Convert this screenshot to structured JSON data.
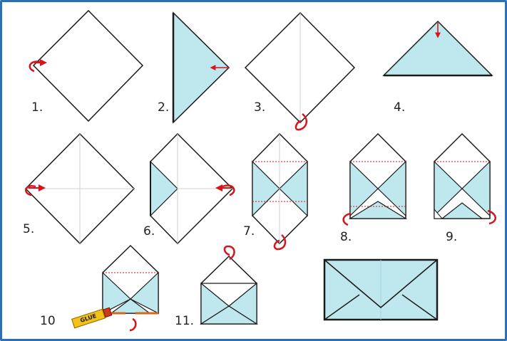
{
  "steps": {
    "s1": "1.",
    "s2": "2.",
    "s3": "3.",
    "s4": "4.",
    "s5": "5.",
    "s6": "6.",
    "s7": "7.",
    "s8": "8.",
    "s9": "9.",
    "s10": "10",
    "s11": "11."
  },
  "glue_stick": {
    "label": "GLUE"
  },
  "colors": {
    "paper": "#ffffff",
    "folded_paper": "#bfe8ee",
    "outline": "#1a1a1a",
    "arrow": "#d7141a",
    "frame": "#2d6fb3",
    "glue_edge": "#d2691e"
  }
}
